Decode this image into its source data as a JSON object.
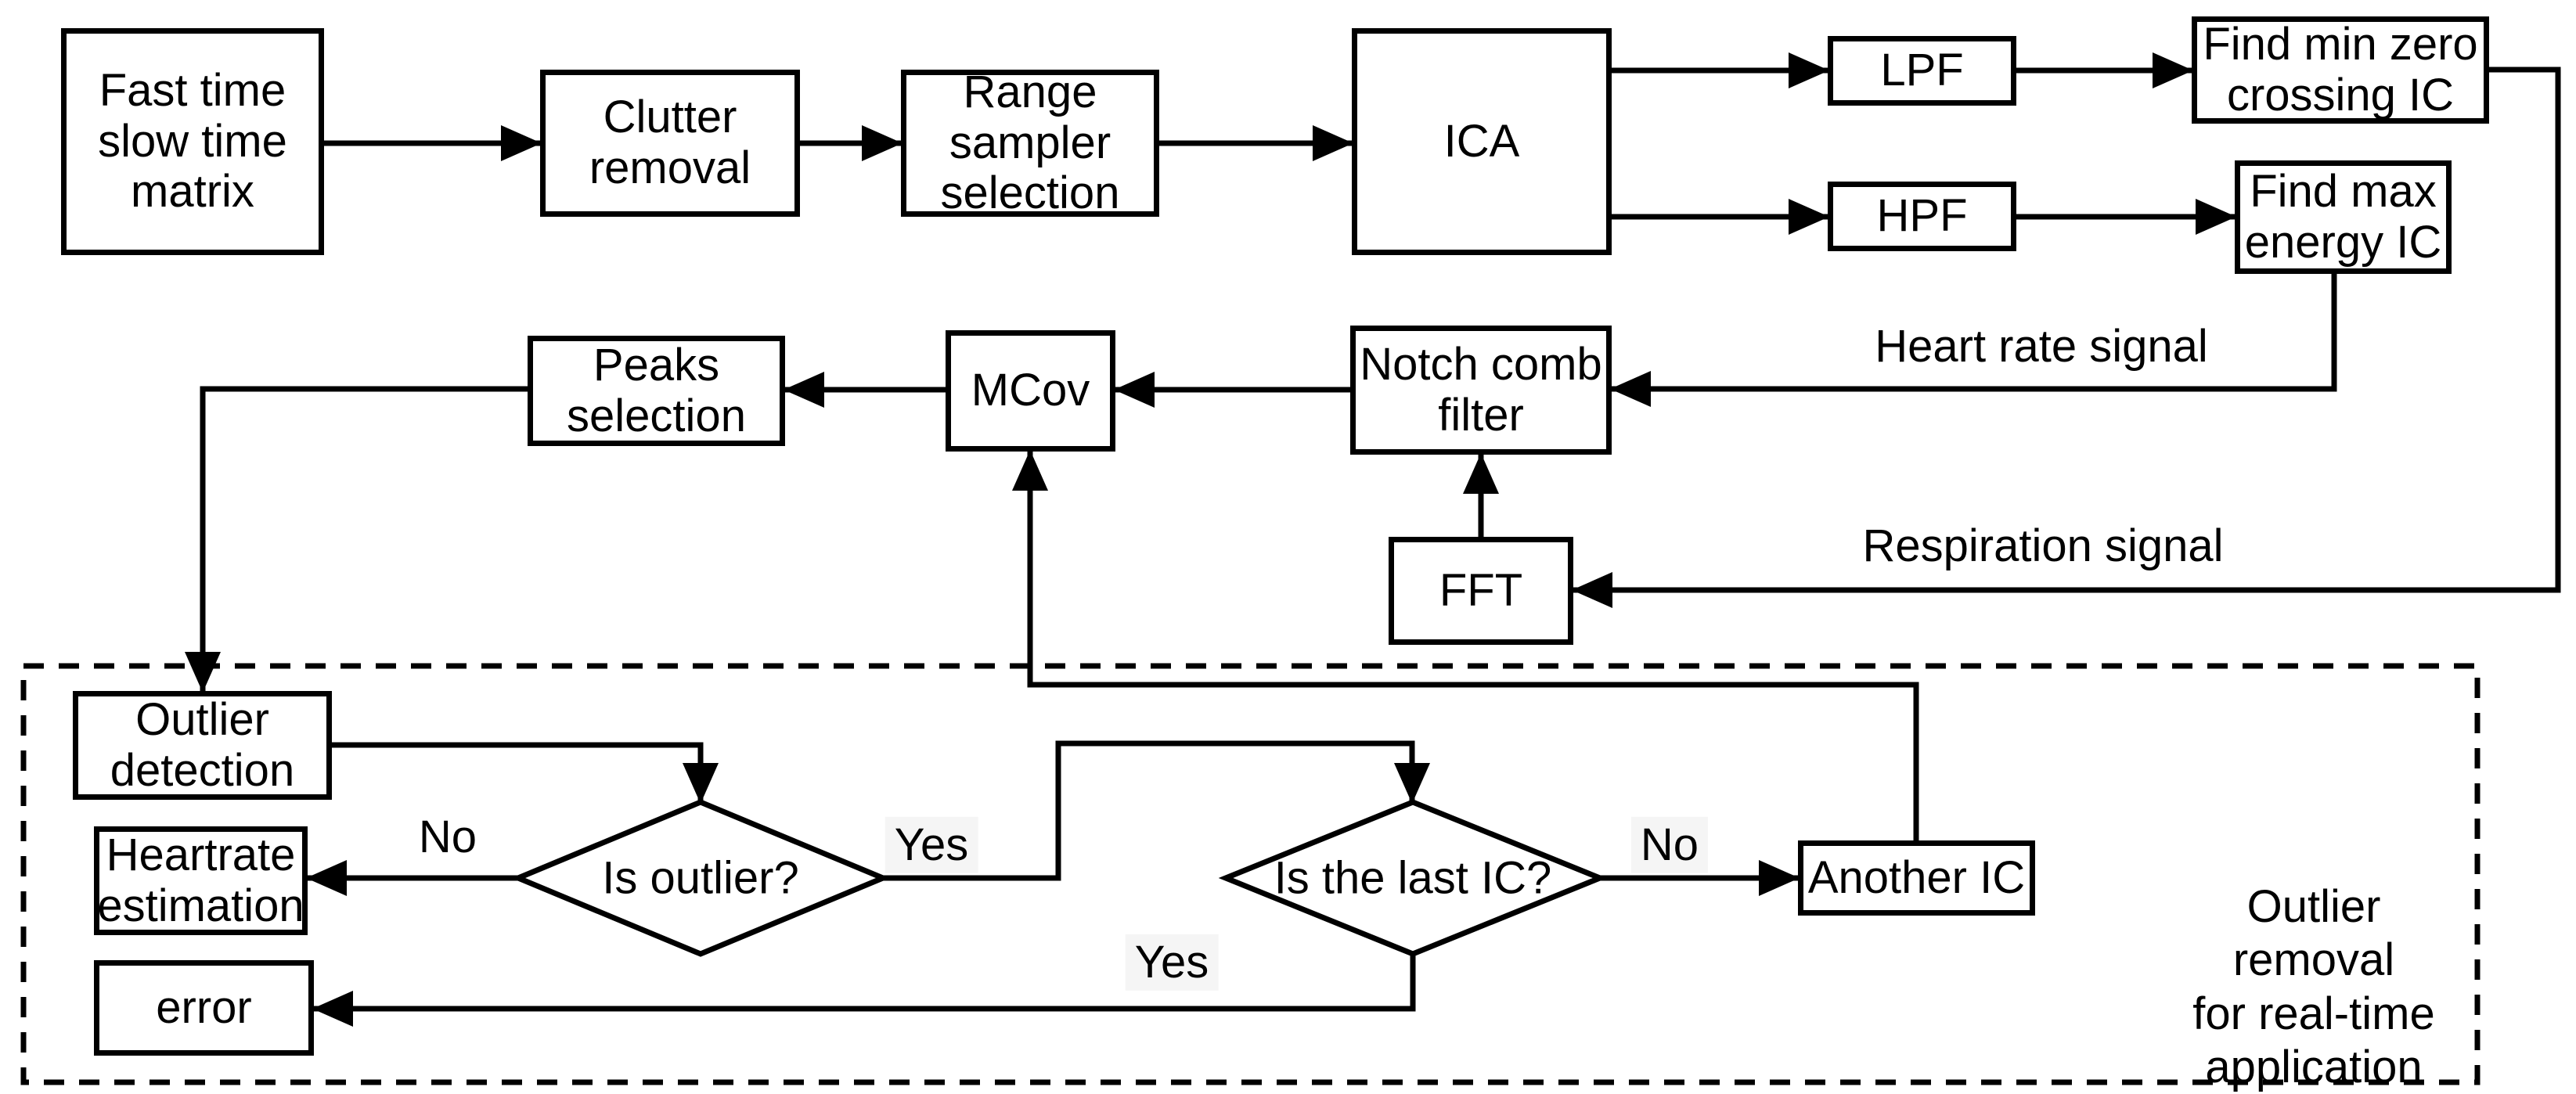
{
  "diagram": {
    "nodes": {
      "fast_time": "Fast time\nslow time\nmatrix",
      "clutter": "Clutter\nremoval",
      "range_sampler": "Range\nsampler\nselection",
      "ica": "ICA",
      "lpf": "LPF",
      "hpf": "HPF",
      "find_min": "Find min zero\ncrossing IC",
      "find_max": "Find max\nenergy IC",
      "peaks": "Peaks\nselection",
      "mcov": "MCov",
      "notch": "Notch comb\nfilter",
      "fft": "FFT",
      "outlier_detection": "Outlier\ndetection",
      "heartrate_estimation": "Heartrate\nestimation",
      "error": "error",
      "another_ic": "Another IC"
    },
    "decisions": {
      "is_outlier": "Is outlier?",
      "is_last_ic": "Is the last IC?"
    },
    "edge_labels": {
      "heart_rate": "Heart rate signal",
      "respiration": "Respiration signal",
      "no_left": "No",
      "yes_mid": "Yes",
      "no_right": "No",
      "yes_bottom": "Yes"
    },
    "region_caption": "Outlier removal\nfor real-time\napplication",
    "colors": {
      "stroke": "#000000",
      "background": "#ffffff",
      "decision_label_bg": "#f5f5f5"
    }
  }
}
